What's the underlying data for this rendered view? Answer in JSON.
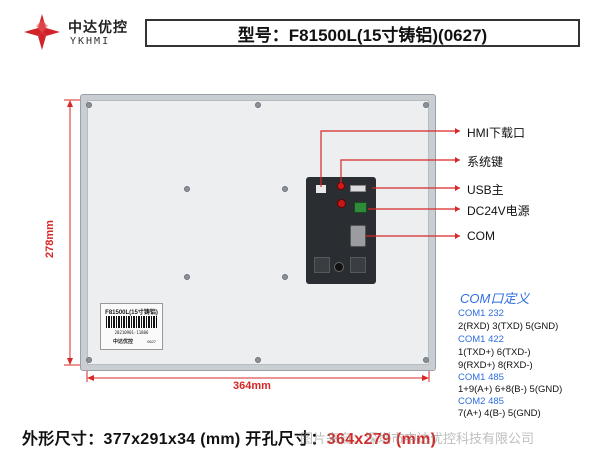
{
  "header": {
    "brand_cn": "中达优控",
    "brand_en": "YKHMI",
    "title": "型号：F81500L(15寸铸铝)(0627)"
  },
  "colors": {
    "accent_red": "#d62828",
    "accent_blue": "#2f6fe0",
    "brand_red": "#d0242a"
  },
  "device": {
    "sticker_model": "F81500L(15寸铸铝)",
    "sticker_serial": "20210901-11886",
    "sticker_brand": "中达优控",
    "sticker_code": "0627"
  },
  "dimensions": {
    "height": "278mm",
    "width": "364mm"
  },
  "callouts": {
    "hmi_download": "HMI下载口",
    "system_key": "系统键",
    "usb": "USB主",
    "power": "DC24V电源",
    "com": "COM"
  },
  "com_def": {
    "title": "COM口定义",
    "lines": [
      "COM1 232",
      "2(RXD) 3(TXD) 5(GND)",
      "COM1 422",
      "1(TXD+) 6(TXD-)",
      "9(RXD+) 8(RXD-)",
      "COM1 485",
      "1+9(A+) 6+8(B-) 5(GND)",
      "COM2 485",
      "7(A+) 4(B-) 5(GND)"
    ]
  },
  "footer": {
    "outer": "外形尺寸：377x291x34 (mm) 开孔尺寸：",
    "cutout": "364x279 (mm)"
  },
  "watermark": "图片来自：深圳市中达优控科技有限公司"
}
